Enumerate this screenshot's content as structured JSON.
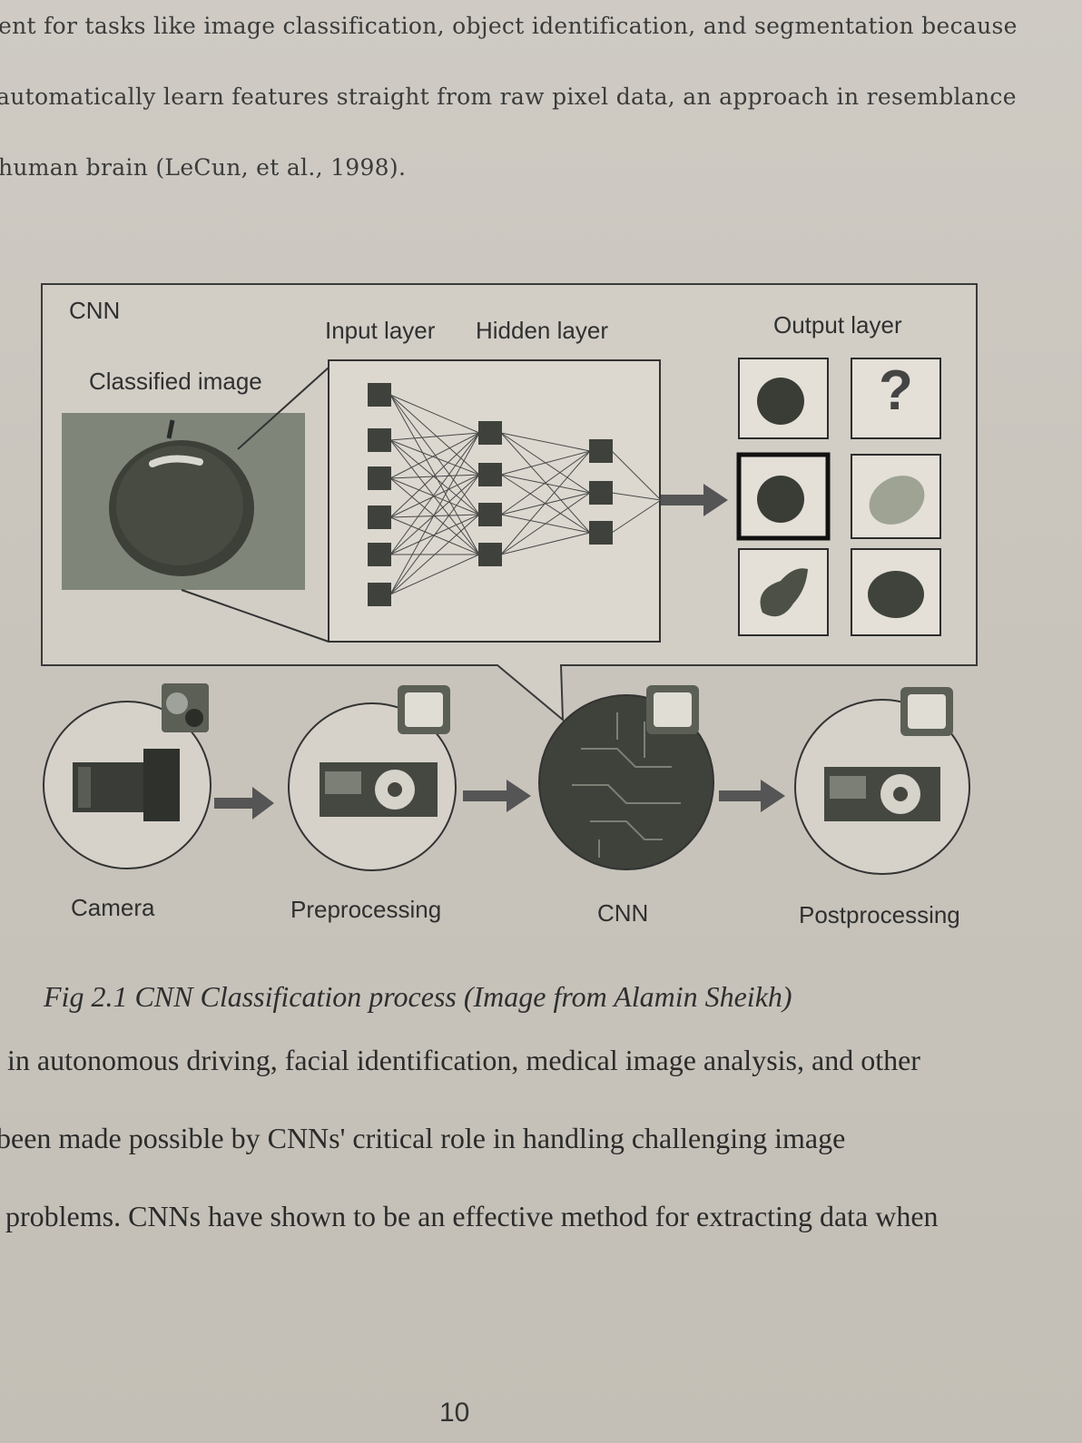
{
  "text_above": [
    "ent for tasks like image classification, object identification, and segmentation because",
    "automatically learn features straight from raw pixel data, an approach in resemblance",
    "human brain (LeCun, et al., 1998)."
  ],
  "figure": {
    "panel_title": "CNN",
    "classified_image_label": "Classified image",
    "input_layer_label": "Input layer",
    "hidden_layer_label": "Hidden layer",
    "output_layer_label": "Output layer",
    "unknown_symbol": "?",
    "pipeline": {
      "camera_label": "Camera",
      "preprocessing_label": "Preprocessing",
      "cnn_label": "CNN",
      "postprocessing_label": "Postprocessing"
    }
  },
  "caption": "Fig 2.1 CNN Classification process (Image from Alamin Sheikh)",
  "text_below": [
    "in autonomous driving, facial identification, medical image analysis, and other",
    "been made possible by CNNs' critical role in handling challenging image",
    "problems. CNNs have shown to be an effective method for extracting data when"
  ],
  "page_number": "10"
}
